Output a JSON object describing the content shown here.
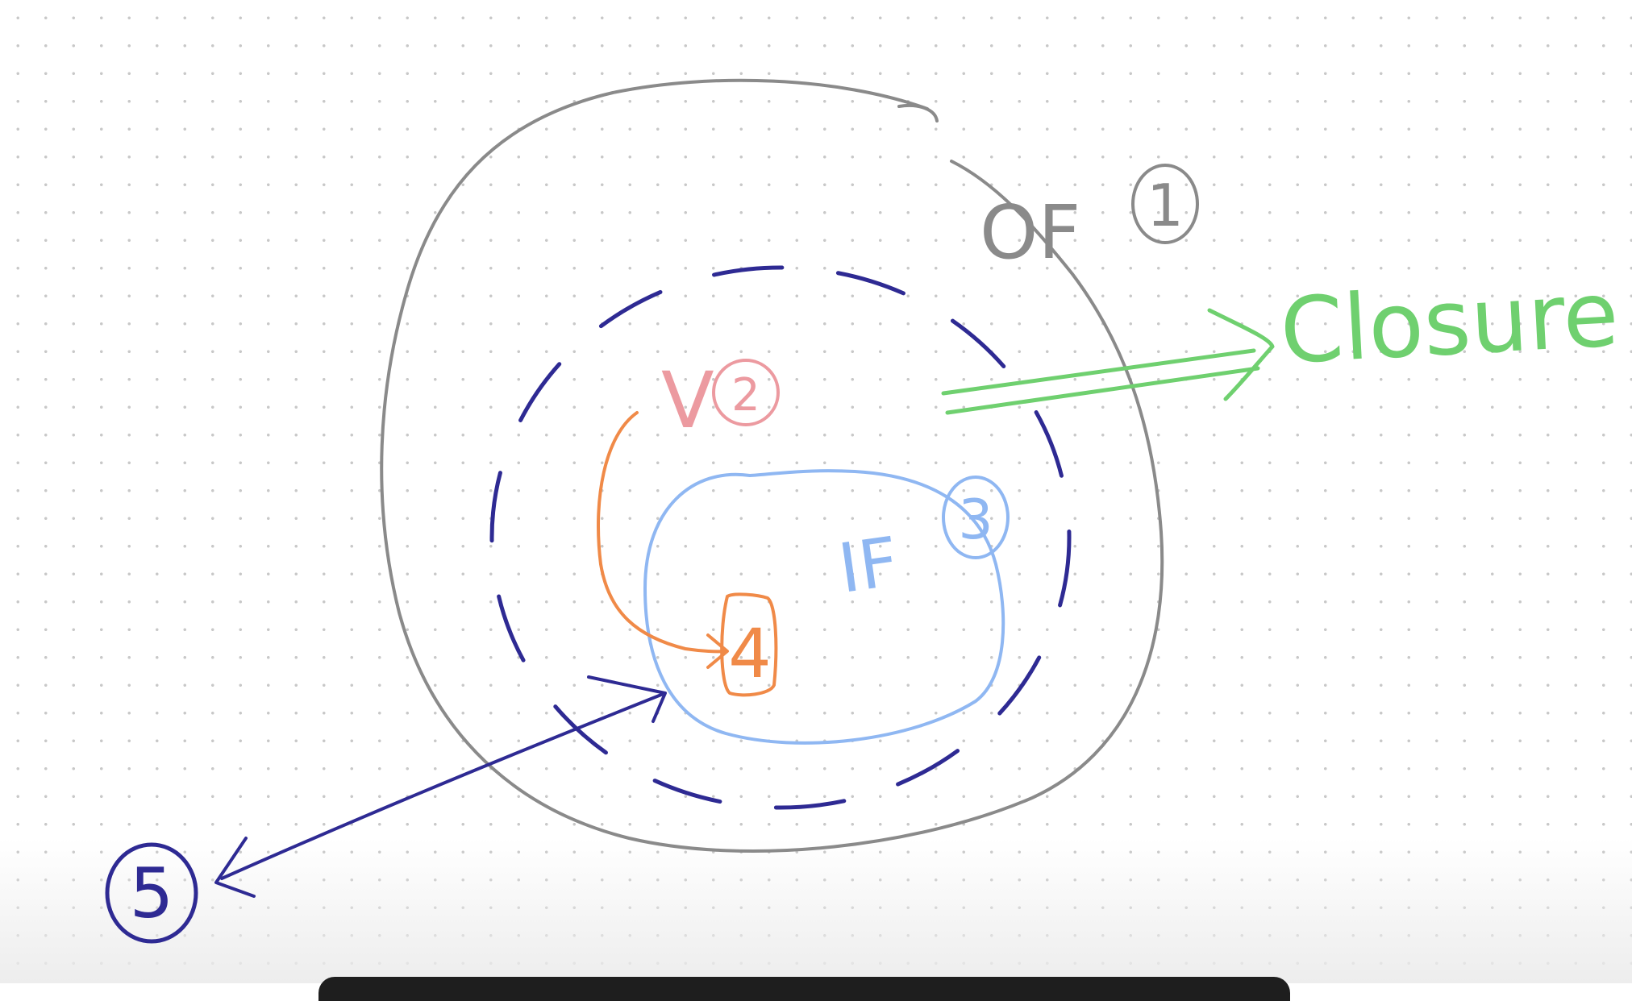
{
  "labels": {
    "outer_function": "OF",
    "outer_number": "1",
    "variable": "V",
    "variable_number": "2",
    "inner_function": "IF",
    "inner_number": "3",
    "access": "4",
    "outside_call": "5",
    "closure": "Closure"
  },
  "colors": {
    "outer": "#8a8a8a",
    "dashed_scope": "#2e2a93",
    "variable": "#ec9aa0",
    "inner": "#8fb7f2",
    "access": "#f08a48",
    "closure": "#6fd06f",
    "outside": "#2e2a93"
  }
}
